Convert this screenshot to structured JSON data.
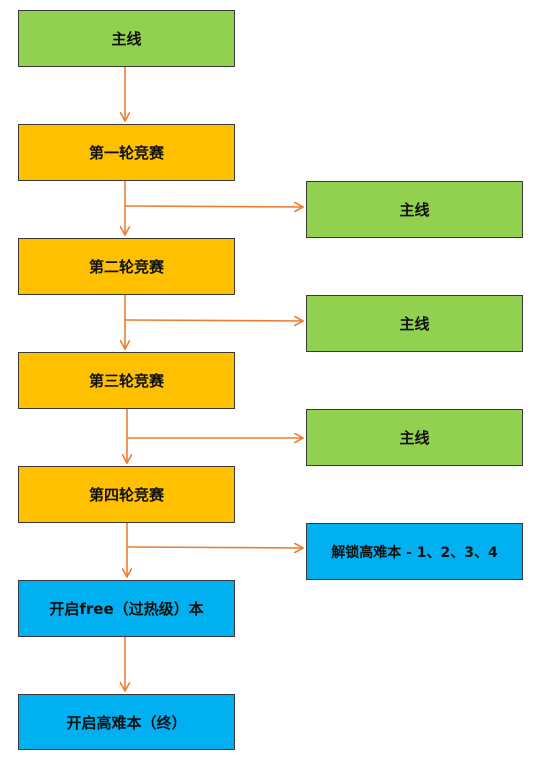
{
  "colors": {
    "green": "#92d050",
    "amber": "#ffc000",
    "blue": "#00b0f0",
    "arrow": "#ed7d31"
  },
  "nodes": {
    "main_top": "主线",
    "round1": "第一轮竞赛",
    "round2": "第二轮竞赛",
    "round3": "第三轮竞赛",
    "round4": "第四轮竞赛",
    "open_free": "开启free（过热级）本",
    "open_hard_final": "开启高难本（终）",
    "side_main_1": "主线",
    "side_main_2": "主线",
    "side_main_3": "主线",
    "unlock_hard": "解锁高难本 - 1、2、3、4"
  }
}
